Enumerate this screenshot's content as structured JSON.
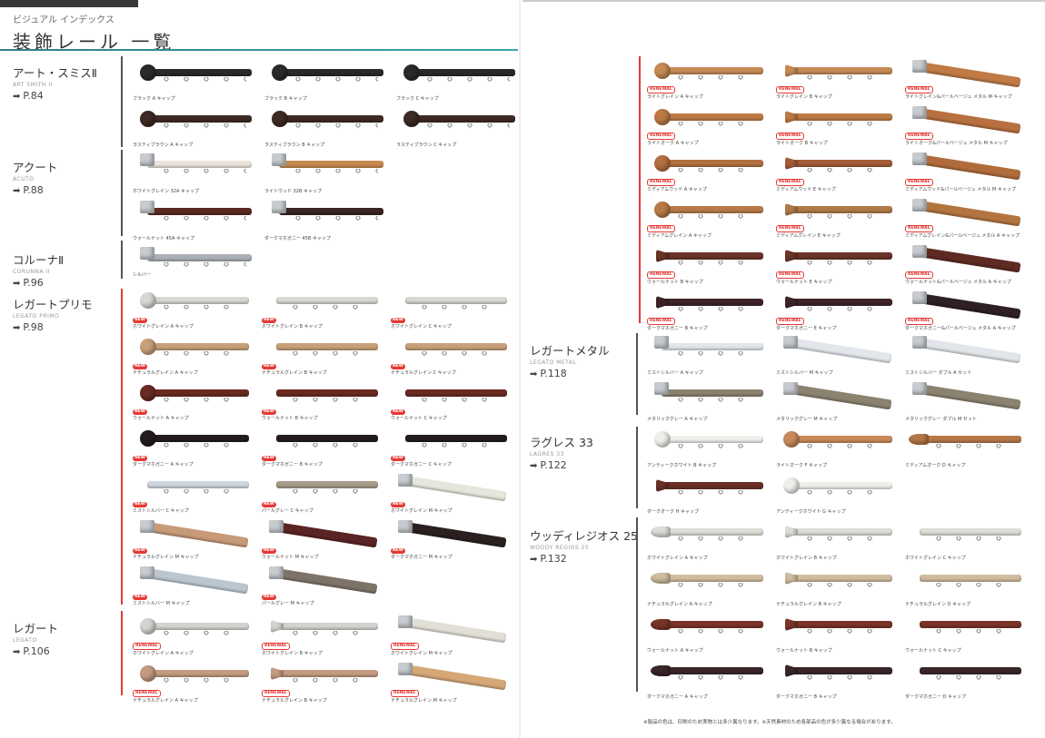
{
  "header": {
    "subtitle": "ビジュアル インデックス",
    "title": "装飾レール 一覧"
  },
  "sections": [
    {
      "id": "art-smith",
      "name": "アート・スミスⅡ",
      "en": "ART SMITH II",
      "page": "P.84",
      "items": [
        {
          "caption": "ブラック A キャップ",
          "color": "#2a2a2a",
          "cap": "ball"
        },
        {
          "caption": "ブラック B キャップ",
          "color": "#2a2a2a",
          "cap": "ball"
        },
        {
          "caption": "ブラック C キャップ",
          "color": "#2a2a2a",
          "cap": "ball"
        },
        {
          "caption": "ラスティブラウン A キャップ",
          "color": "#3e2a24",
          "cap": "ball"
        },
        {
          "caption": "ラスティブラウン B キャップ",
          "color": "#3e2a24",
          "cap": "ball"
        },
        {
          "caption": "ラスティブラウン C キャップ",
          "color": "#3e2a24",
          "cap": "ball"
        }
      ]
    },
    {
      "id": "acuto",
      "name": "アクート",
      "en": "ACUTO",
      "page": "P.88",
      "items": [
        {
          "caption": "ホワイトグレイン 32A キャップ",
          "color": "#e9e3da",
          "cap": "box"
        },
        {
          "caption": "ライトウッド 32B キャップ",
          "color": "#c88a4e",
          "cap": "box"
        },
        {
          "caption": "ウォールナット 45A キャップ",
          "color": "#5a2a22",
          "cap": "box"
        },
        {
          "caption": "ダークマホガニー 45B キャップ",
          "color": "#3a2624",
          "cap": "box"
        }
      ]
    },
    {
      "id": "corunna",
      "name": "コルーナⅡ",
      "en": "CORUNNA II",
      "page": "P.96",
      "items": [
        {
          "caption": "シルバー",
          "color": "#aab0b6",
          "cap": "box"
        }
      ]
    },
    {
      "id": "legato-primo",
      "name": "レガートプリモ",
      "en": "LEGATO PRIMO",
      "page": "P.98",
      "items": [
        {
          "caption": "ホワイトグレイン A キャップ",
          "color": "#d6d8d2",
          "cap": "ball",
          "badge": "NEW"
        },
        {
          "caption": "ホワイトグレイン B キャップ",
          "color": "#d6d8d2",
          "cap": "none",
          "badge": "NEW"
        },
        {
          "caption": "ホワイトグレイン C キャップ",
          "color": "#d6d8d2",
          "cap": "none",
          "badge": "NEW"
        },
        {
          "caption": "ナチュラルグレイン A キャップ",
          "color": "#c9a079",
          "cap": "ball",
          "badge": "NEW"
        },
        {
          "caption": "ナチュラルグレイン B キャップ",
          "color": "#c9a079",
          "cap": "none",
          "badge": "NEW"
        },
        {
          "caption": "ナチュラルグレイン C キャップ",
          "color": "#c9a079",
          "cap": "none",
          "badge": "NEW"
        },
        {
          "caption": "ウォールナット A キャップ",
          "color": "#6b2a22",
          "cap": "ball",
          "badge": "NEW"
        },
        {
          "caption": "ウォールナット B キャップ",
          "color": "#6b2a22",
          "cap": "none",
          "badge": "NEW"
        },
        {
          "caption": "ウォールナット C キャップ",
          "color": "#6b2a22",
          "cap": "none",
          "badge": "NEW"
        },
        {
          "caption": "ダークマホガニー A キャップ",
          "color": "#241c1c",
          "cap": "ball",
          "badge": "NEW"
        },
        {
          "caption": "ダークマホガニー B キャップ",
          "color": "#241c1c",
          "cap": "none",
          "badge": "NEW"
        },
        {
          "caption": "ダークマホガニー C キャップ",
          "color": "#241c1c",
          "cap": "none",
          "badge": "NEW"
        },
        {
          "caption": "ミストシルバー C キャップ",
          "color": "#cfd8df",
          "cap": "none",
          "badge": "NEW"
        },
        {
          "caption": "パールグレー C キャップ",
          "color": "#a89c8a",
          "cap": "none",
          "badge": "NEW"
        },
        {
          "caption": "ホワイトグレイン M キャップ",
          "color": "#e6e6dc",
          "cap": "angle",
          "badge": "NEW"
        },
        {
          "caption": "ナチュラルグレイン M キャップ",
          "color": "#c79a78",
          "cap": "angle",
          "badge": "NEW"
        },
        {
          "caption": "ウォールナット M キャップ",
          "color": "#5a2424",
          "cap": "angle",
          "badge": "NEW"
        },
        {
          "caption": "ダークマホガニー M キャップ",
          "color": "#2a2020",
          "cap": "angle",
          "badge": "NEW"
        },
        {
          "caption": "ミストシルバー M キャップ",
          "color": "#bcc6cf",
          "cap": "angle",
          "badge": "NEW"
        },
        {
          "caption": "パールグレー M キャップ",
          "color": "#7d7467",
          "cap": "angle",
          "badge": "NEW"
        }
      ]
    },
    {
      "id": "legato",
      "name": "レガート",
      "en": "LEGATO",
      "page": "P.106",
      "items": [
        {
          "caption": "ホワイトグレイン A キャップ",
          "color": "#d2d4cf",
          "cap": "ball",
          "badge": "RENEWAL"
        },
        {
          "caption": "ホワイトグレイン B キャップ",
          "color": "#d2d4cf",
          "cap": "flare",
          "badge": "RENEWAL"
        },
        {
          "caption": "ホワイトグレイン M キャップ",
          "color": "#e2dfd6",
          "cap": "angle",
          "badge": "RENEWAL"
        },
        {
          "caption": "ナチュラルグレイン A キャップ",
          "color": "#c49a80",
          "cap": "ball",
          "badge": "RENEWAL"
        },
        {
          "caption": "ナチュラルグレイン B キャップ",
          "color": "#c49a80",
          "cap": "flare",
          "badge": "RENEWAL"
        },
        {
          "caption": "ナチュラルグレイン M キャップ",
          "color": "#d6a878",
          "cap": "angle",
          "badge": "RENEWAL"
        }
      ]
    },
    {
      "id": "legato-wood",
      "name": "",
      "en": "",
      "page": "",
      "items": [
        {
          "caption": "ライトグレイン A キャップ",
          "color": "#c68a55",
          "cap": "ball",
          "badge": "RENEWAL"
        },
        {
          "caption": "ライトグレイン B キャップ",
          "color": "#c68a55",
          "cap": "flare",
          "badge": "RENEWAL"
        },
        {
          "caption": "ライトグレイン&パールベージュ メタル M キャップ",
          "color": "#c07a45",
          "cap": "angle",
          "badge": "RENEWAL"
        },
        {
          "caption": "ライトオーク A キャップ",
          "color": "#bd7a45",
          "cap": "ball",
          "badge": "RENEWAL"
        },
        {
          "caption": "ライトオーク B キャップ",
          "color": "#bd7a45",
          "cap": "flare",
          "badge": "RENEWAL"
        },
        {
          "caption": "ライトオーク&パールベージュ メタル M キャップ",
          "color": "#b87040",
          "cap": "angle",
          "badge": "RENEWAL"
        },
        {
          "caption": "ミディアムウッド A キャップ",
          "color": "#b37040",
          "cap": "ball",
          "badge": "RENEWAL"
        },
        {
          "caption": "ミディアムウッド E キャップ",
          "color": "#a45d38",
          "cap": "flare",
          "badge": "RENEWAL"
        },
        {
          "caption": "ミディアムウッド&パールベージュ メタル M キャップ",
          "color": "#b06c3a",
          "cap": "angle",
          "badge": "RENEWAL"
        },
        {
          "caption": "ミディアムグレイン A キャップ",
          "color": "#b87a48",
          "cap": "ball",
          "badge": "RENEWAL"
        },
        {
          "caption": "ミディアムグレイン E キャップ",
          "color": "#b07a48",
          "cap": "flare",
          "badge": "RENEWAL"
        },
        {
          "caption": "ミディアムグレイン&パールベージュ メタル A キャップ",
          "color": "#b47440",
          "cap": "angle",
          "badge": "RENEWAL"
        },
        {
          "caption": "ウォールナット B キャップ",
          "color": "#6b3428",
          "cap": "flare",
          "badge": "RENEWAL"
        },
        {
          "caption": "ウォールナット E キャップ",
          "color": "#6b3428",
          "cap": "flare",
          "badge": "RENEWAL"
        },
        {
          "caption": "ウォールナット&パールベージュ メタル A キャップ",
          "color": "#5e2a22",
          "cap": "angle",
          "badge": "RENEWAL"
        },
        {
          "caption": "ダークマホガニー B キャップ",
          "color": "#3e2428",
          "cap": "flare",
          "badge": "RENEWAL"
        },
        {
          "caption": "ダークマホガニー E キャップ",
          "color": "#3e2428",
          "cap": "flare",
          "badge": "RENEWAL"
        },
        {
          "caption": "ダークマホガニー&パールベージュ メタル A キャップ",
          "color": "#2e2024",
          "cap": "angle",
          "badge": "RENEWAL"
        }
      ]
    },
    {
      "id": "legato-metal",
      "name": "レガートメタル",
      "en": "LEGATO METAL",
      "page": "P.118",
      "items": [
        {
          "caption": "ミストシルバー A キャップ",
          "color": "#e2e6ea",
          "cap": "box"
        },
        {
          "caption": "ミストシルバー M キャップ",
          "color": "#e2e6ea",
          "cap": "angle"
        },
        {
          "caption": "ミストシルバー ダブル A セット",
          "color": "#e2e6ea",
          "cap": "angle"
        },
        {
          "caption": "メタリックグレー A キャップ",
          "color": "#8c8270",
          "cap": "box"
        },
        {
          "caption": "メタリックグレー M キャップ",
          "color": "#8c8270",
          "cap": "angle"
        },
        {
          "caption": "メタリックグレー ダブル M セット",
          "color": "#8c8270",
          "cap": "angle"
        }
      ]
    },
    {
      "id": "lagres",
      "name": "ラグレス 33",
      "en": "LAGRES 33",
      "page": "P.122",
      "items": [
        {
          "caption": "アンティークホワイト B キャップ",
          "color": "#eeeeea",
          "cap": "ball"
        },
        {
          "caption": "ライトオーク F キャップ",
          "color": "#c88a5a",
          "cap": "ball"
        },
        {
          "caption": "ミディアムオーク D キャップ",
          "color": "#b57848",
          "cap": "finial"
        },
        {
          "caption": "ダークオーク H キャップ",
          "color": "#6a3028",
          "cap": "flare"
        },
        {
          "caption": "アンティークホワイト G キャップ",
          "color": "#eeeeea",
          "cap": "ball"
        }
      ]
    },
    {
      "id": "woody-regios",
      "name": "ウッディレジオス 25",
      "en": "WOODY REGIOS 25",
      "page": "P.132",
      "items": [
        {
          "caption": "ホワイトグレイン A キャップ",
          "color": "#dddcd6",
          "cap": "finial"
        },
        {
          "caption": "ホワイトグレイン B キャップ",
          "color": "#dddcd6",
          "cap": "flare"
        },
        {
          "caption": "ホワイトグレイン C キャップ",
          "color": "#dddcd6",
          "cap": "none"
        },
        {
          "caption": "ナチュラルグレイン A キャップ",
          "color": "#d0bda0",
          "cap": "finial"
        },
        {
          "caption": "ナチュラルグレイン B キャップ",
          "color": "#d0bda0",
          "cap": "flare"
        },
        {
          "caption": "ナチュラルグレイン D キャップ",
          "color": "#d0bda0",
          "cap": "none"
        },
        {
          "caption": "ウォールナット A キャップ",
          "color": "#7a3428",
          "cap": "finial"
        },
        {
          "caption": "ウォールナット B キャップ",
          "color": "#7a3428",
          "cap": "flare"
        },
        {
          "caption": "ウォールナット C キャップ",
          "color": "#7a3428",
          "cap": "none"
        },
        {
          "caption": "ダークマホガニー A キャップ",
          "color": "#3a2628",
          "cap": "finial"
        },
        {
          "caption": "ダークマホガニー B キャップ",
          "color": "#3a2628",
          "cap": "flare"
        },
        {
          "caption": "ダークマホガニー D キャップ",
          "color": "#3a2628",
          "cap": "none"
        }
      ]
    }
  ],
  "footnote": "※製品の色は、印刷のため実物とは多少異なります。※天然素材のため各部品の色が多少異なる場合があります。",
  "arrow": "➡"
}
